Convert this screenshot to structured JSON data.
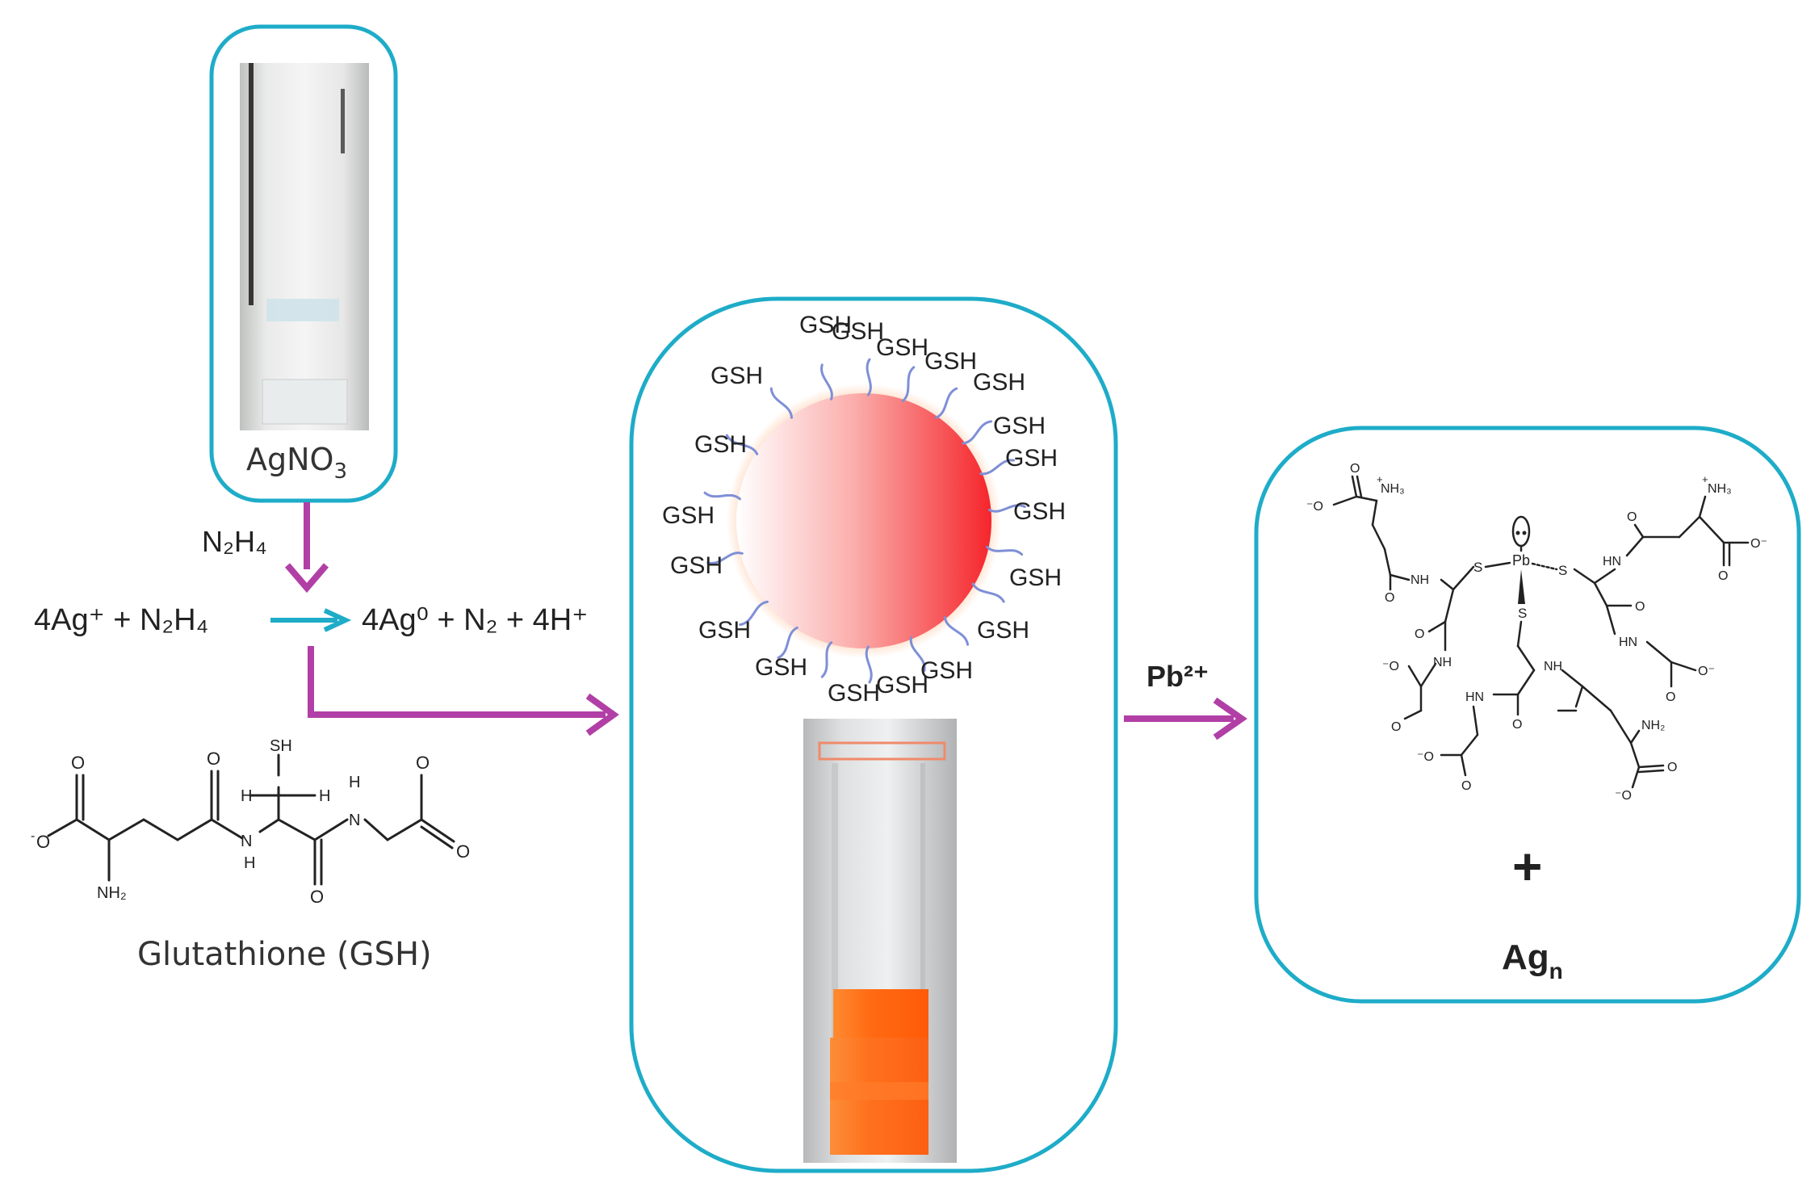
{
  "reagents": {
    "agno3_label": "AgNO",
    "agno3_sub": "3",
    "n2h4_over_arrow": "N₂H₄"
  },
  "equation": {
    "left": "4Ag⁺ + N₂H₄",
    "right": "4Ag⁰ + N₂ + 4H⁺"
  },
  "glutathione": {
    "label": "Glutathione (GSH)",
    "atoms": {
      "o": "O",
      "sh": "SH",
      "h": "H",
      "n_h": "N",
      "nh2": "NH₂",
      "o_minus": "O",
      "minus": "-"
    }
  },
  "nanoparticle": {
    "ligand_label": "GSH",
    "colors": {
      "particle": "#f5252b",
      "glow": "#ffb07a",
      "liquid": "#ff6a12"
    }
  },
  "trigger": {
    "label": "Pb²⁺"
  },
  "complex": {
    "plus": "+",
    "product": "Ag",
    "product_sub": "n",
    "atoms": {
      "nh3": "NH₃",
      "nh2": "NH₂",
      "nh": "NH",
      "hn": "HN",
      "s": "S",
      "pb": "Pb",
      "o": "O",
      "o_minus": "O⁻",
      "minus_o": "⁻O",
      "plus": "+"
    }
  },
  "colors": {
    "box": "#1eacc8",
    "magenta_arrow": "#b13fa6",
    "cyan_arrow": "#1eacc8"
  }
}
